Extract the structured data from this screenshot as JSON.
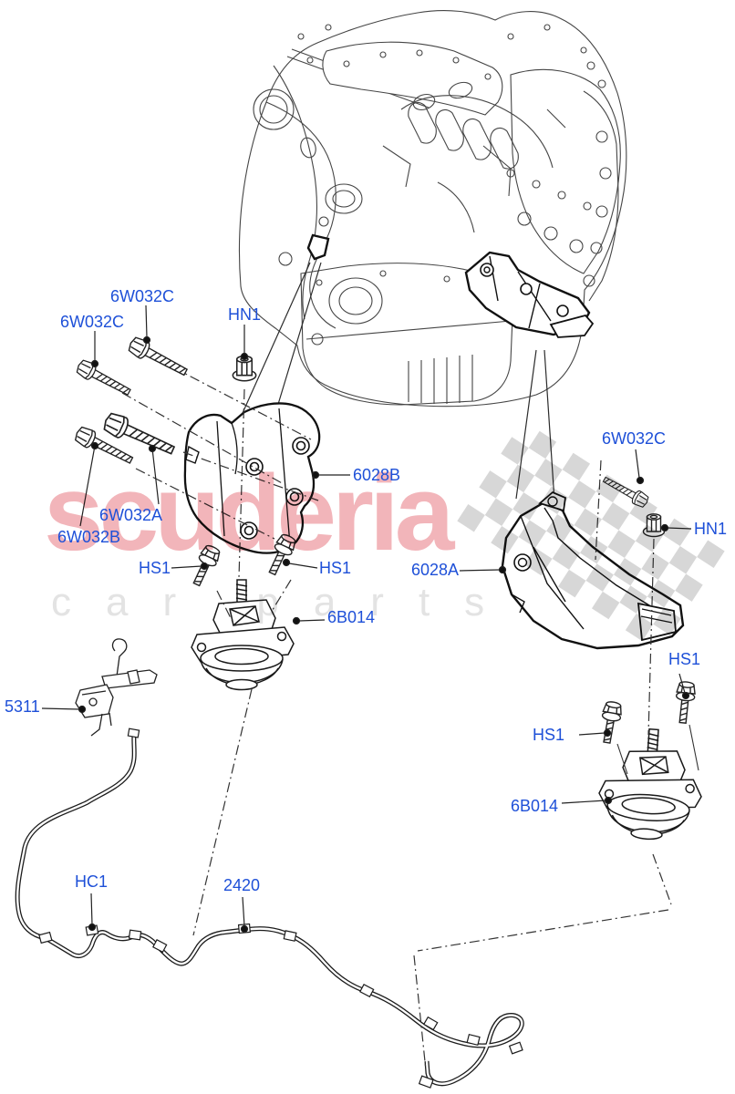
{
  "diagram": {
    "type": "exploded-parts-diagram",
    "label_color": "#1e50d8",
    "line_color": "#3a3a3a"
  },
  "watermark": {
    "brand": "scuderia",
    "tagline": "car parts",
    "brand_color": "#f2b5ba",
    "tagline_color": "#e3e3e3",
    "checker_color": "#d7d7d7"
  },
  "callouts": [
    {
      "text": "6W032C"
    },
    {
      "text": "6W032C"
    },
    {
      "text": "HN1"
    },
    {
      "text": "6W032A"
    },
    {
      "text": "6W032B"
    },
    {
      "text": "HS1"
    },
    {
      "text": "HS1"
    },
    {
      "text": "6028B"
    },
    {
      "text": "6028A"
    },
    {
      "text": "6B014"
    },
    {
      "text": "5311"
    },
    {
      "text": "HC1"
    },
    {
      "text": "2420"
    },
    {
      "text": "6W032C"
    },
    {
      "text": "HN1"
    },
    {
      "text": "HS1"
    },
    {
      "text": "HS1"
    },
    {
      "text": "6B014"
    }
  ]
}
